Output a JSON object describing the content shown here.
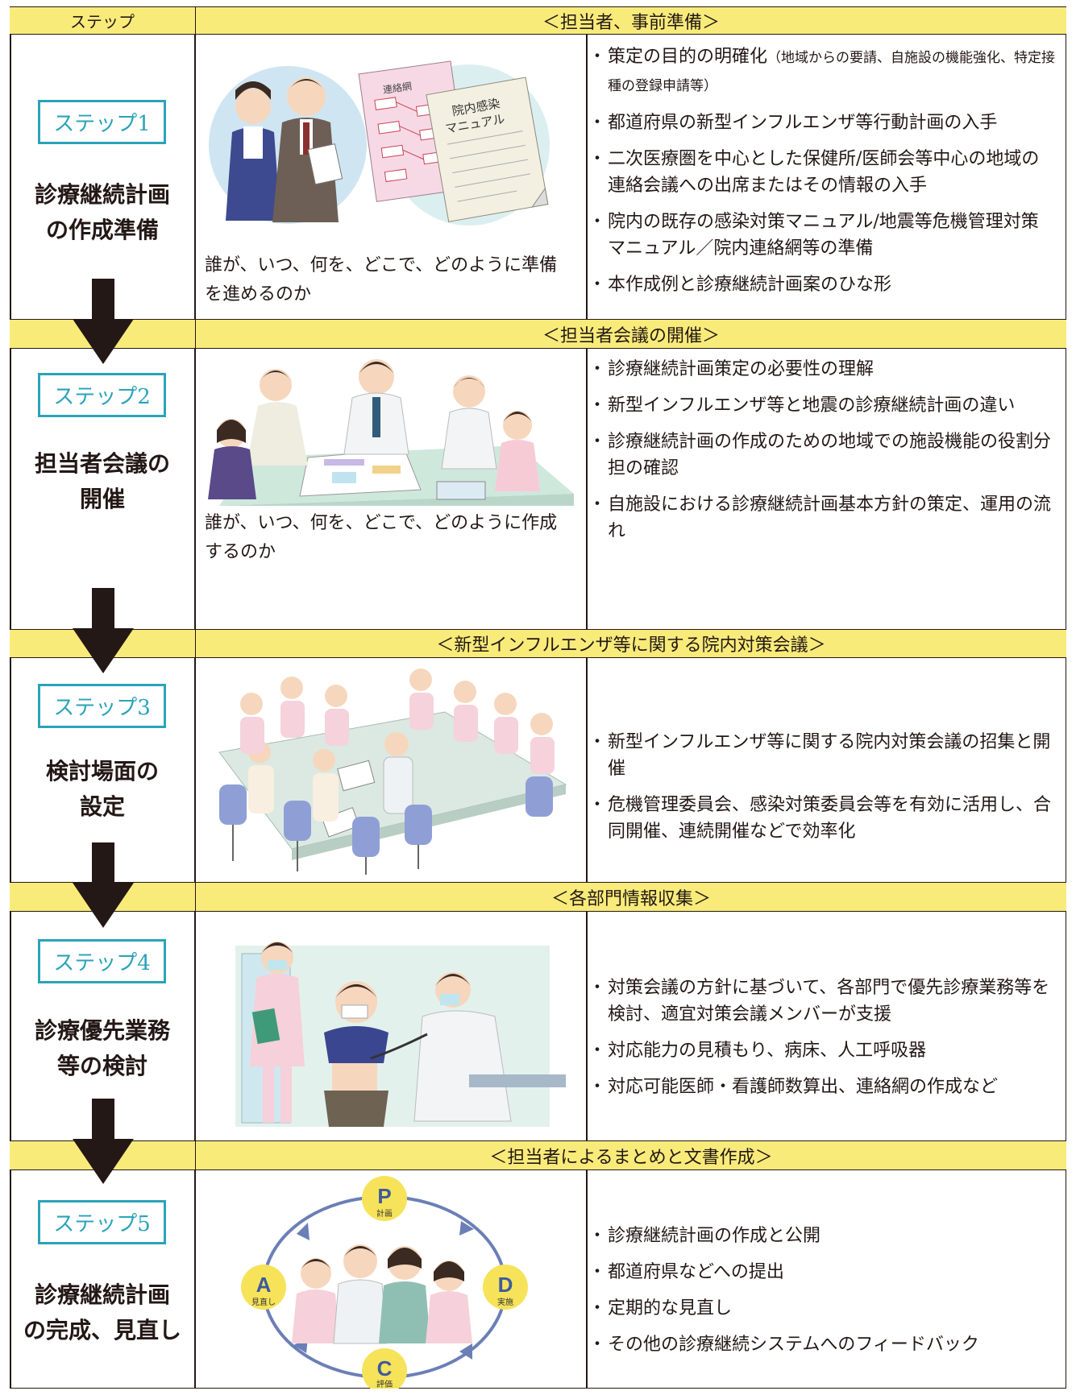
{
  "header": {
    "step_col": "ステップ",
    "title": "＜担当者、事前準備＞"
  },
  "steps": [
    {
      "badge": "ステップ1",
      "name": [
        "診療継続計画",
        "の作成準備"
      ],
      "doc_labels": {
        "org_chart": "連絡網",
        "manual_line1": "院内感染",
        "manual_line2": "マニュアル"
      },
      "caption": [
        "誰が、いつ、何を、どこで、どのように準備",
        "を進めるのか"
      ],
      "bullet1_main": "策定の目的の明確化",
      "bullet1_note": "（地域からの要請、自施設の機能強化、特定接種の登録申請等）",
      "bullets": [
        "都道府県の新型インフルエンザ等行動計画の入手",
        "二次医療圏を中心とした保健所/医師会等中心の地域の連絡会議への出席またはその情報の入手",
        "院内の既存の感染対策マニュアル/地震等危機管理対策マニュアル／院内連絡網等の準備",
        "本作成例と診療継続計画案のひな形"
      ]
    },
    {
      "band": "＜担当者会議の開催＞",
      "badge": "ステップ2",
      "name": [
        "担当者会議の",
        "開催"
      ],
      "caption": [
        "誰が、いつ、何を、どこで、どのように作成",
        "するのか"
      ],
      "bullets": [
        "診療継続計画策定の必要性の理解",
        "新型インフルエンザ等と地震の診療継続計画の違い",
        "診療継続計画の作成のための地域での施設機能の役割分担の確認",
        "自施設における診療継続計画基本方針の策定、運用の流れ"
      ]
    },
    {
      "band": "＜新型インフルエンザ等に関する院内対策会議＞",
      "badge": "ステップ3",
      "name": [
        "検討場面の",
        "設定"
      ],
      "bullets": [
        "新型インフルエンザ等に関する院内対策会議の招集と開催",
        "危機管理委員会、感染対策委員会等を有効に活用し、合同開催、連続開催などで効率化"
      ]
    },
    {
      "band": "＜各部門情報収集＞",
      "badge": "ステップ4",
      "name": [
        "診療優先業務",
        "等の検討"
      ],
      "bullets": [
        "対策会議の方針に基づいて、各部門で優先診療業務等を検討、適宜対策会議メンバーが支援",
        "対応能力の見積もり、病床、人工呼吸器",
        "対応可能医師・看護師数算出、連絡網の作成など"
      ]
    },
    {
      "band": "＜担当者によるまとめと文書作成＞",
      "badge": "ステップ5",
      "name": [
        "診療継続計画",
        "の完成、見直し"
      ],
      "pdca": {
        "p": "P",
        "p_label": "計画",
        "d": "D",
        "d_label": "実施",
        "c": "C",
        "c_label": "評価",
        "a": "A",
        "a_label": "見直し"
      },
      "bullets": [
        "診療継続計画の作成と公開",
        "都道府県などへの提出",
        "定期的な見直し",
        "その他の診療継続システムへのフィードバック"
      ]
    }
  ],
  "colors": {
    "band": "#f8eb7a",
    "badge": "#2aa3b9",
    "arrow": "#231815",
    "pdca_circle": "#f6e35a",
    "pdca_arrow": "#6b7fb6"
  }
}
